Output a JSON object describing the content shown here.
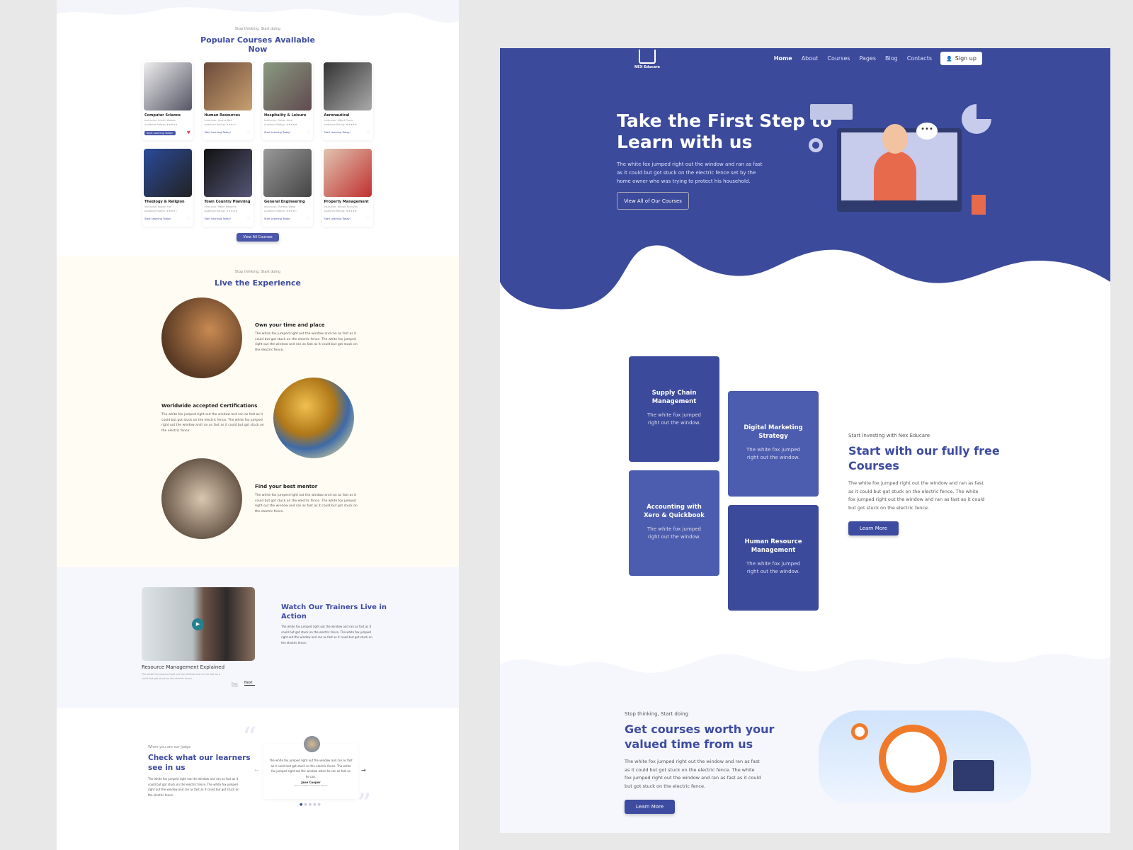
{
  "left": {
    "courses": {
      "eyebrow": "Stop thinking. Start doing",
      "title": "Popular Courses Available Now",
      "view_all": "View All Courses",
      "items": [
        {
          "title": "Computer Science",
          "instructor": "Instructor: Kristin Watson",
          "rating": "Audience Rating: ★★★★★",
          "cta": "Start Learning Today!",
          "liked": true
        },
        {
          "title": "Human Resources",
          "instructor": "Instructor: Jerome Bell",
          "rating": "Audience Rating: ★★★★☆",
          "cta": "Start Learning Today!",
          "liked": false
        },
        {
          "title": "Hospitality & Leisure",
          "instructor": "Instructor: Devon Lane",
          "rating": "Audience Rating: ★★★★★",
          "cta": "Start Learning Today!",
          "liked": false
        },
        {
          "title": "Aeronautical",
          "instructor": "Instructor: Albert Flores",
          "rating": "Audience Rating: ★★★★★",
          "cta": "Start Learning Today!",
          "liked": false
        },
        {
          "title": "Theology & Religion",
          "instructor": "Instructor: Robert Fox",
          "rating": "Audience Rating: ★★★★☆",
          "cta": "Start Learning Today!",
          "liked": false
        },
        {
          "title": "Town Country Planning",
          "instructor": "Instructor: Ralph Edwards",
          "rating": "Audience Rating: ★★★★★",
          "cta": "Start Learning Today!",
          "liked": false
        },
        {
          "title": "General Engineering",
          "instructor": "Instructor: Theresa Webb",
          "rating": "Audience Rating: ★★★★☆",
          "cta": "Start Learning Today!",
          "liked": false
        },
        {
          "title": "Property Management",
          "instructor": "Instructor: Ronald Richards",
          "rating": "Audience Rating: ★★★★★",
          "cta": "Start Learning Today!",
          "liked": false
        }
      ]
    },
    "experience": {
      "eyebrow": "Stop thinking. Start doing",
      "title": "Live the Experience",
      "features": [
        {
          "title": "Own your time and place",
          "text": "The white fox jumped right out the window and ran as fast as it could but got stuck on the electric fence. The white fox jumped right out the window and ran as fast as it could but got stuck on the electric fence."
        },
        {
          "title": "Worldwide accepted Certifications",
          "text": "The white fox jumped right out the window and ran as fast as it could but got stuck on the electric fence. The white fox jumped right out the window and ran as fast as it could but got stuck on the electric fence."
        },
        {
          "title": "Find your best mentor",
          "text": "The white fox jumped right out the window and ran as fast as it could but got stuck on the electric fence. The white fox jumped right out the window and ran as fast as it could but got stuck on the electric fence."
        }
      ]
    },
    "video": {
      "caption": "Resource Management Explained",
      "caption_text": "The white fox jumped right out the window and ran as fast as it could but got stuck on the electric fence.",
      "prev": "Prev",
      "next": "Next",
      "title": "Watch Our Trainers Live in Action",
      "text": "The white fox jumped right out the window and ran as fast as it could but got stuck on the electric fence. The white fox jumped right out the window and ran as fast as it could but got stuck on the electric fence."
    },
    "testimonial": {
      "eyebrow": "When you are our Judge",
      "title": "Check what our learners see in us",
      "text": "The white fox jumped right out the window and ran as fast as it could but got stuck on the electric fence. The white fox jumped right out the window and ran as fast as it could but got stuck on the electric fence.",
      "quote": "The white fox jumped right out the window and ran as fast as it could but got stuck on the electric fence. The white fox jumped right out the window when he ran as fast as he can.",
      "name": "Jane Cooper",
      "role": "Senior Graphic Designer, Meow"
    }
  },
  "right": {
    "brand": "NEX Educare",
    "nav": [
      "Home",
      "About",
      "Courses",
      "Pages",
      "Blog",
      "Contacts"
    ],
    "signup": "Sign up",
    "hero": {
      "title": "Take the First Step to Learn with us",
      "text": "The white fox jumped right out the window and ran as fast as it could but got stuck on the electric fence set by the home owner who was trying to protect his household.",
      "cta": "View All of Our Courses"
    },
    "tiles": [
      {
        "title": "Supply Chain Management",
        "text": "The white fox jumped right out the window."
      },
      {
        "title": "Digital Marketing Strategy",
        "text": "The white fox jumped right out the window."
      },
      {
        "title": "Accounting with Xero & Quickbook",
        "text": "The white fox jumped right out the window."
      },
      {
        "title": "Human Resource Management",
        "text": "The white fox jumped right out the window."
      }
    ],
    "free": {
      "eyebrow": "Start Investing with Nex Educare",
      "title": "Start with our fully free Courses",
      "text": "The white fox jumped right out the window and ran as fast as it could but got stuck on the electric fence. The white fox jumped right out the window and ran as fast as it could but got stuck on the electric fence.",
      "cta": "Learn More"
    },
    "worth": {
      "eyebrow": "Stop thinking, Start doing",
      "title": "Get courses worth your valued time from us",
      "text": "The white fox jumped right out the window and ran as fast as it could but got stuck on the electric fence. The white fox jumped right out the window and ran as fast as it could but got stuck on the electric fence.",
      "cta": "Learn More"
    }
  },
  "colors": {
    "primary": "#3d4ba0",
    "tile_dark": "#3b4a9b",
    "tile_light": "#4c5cae",
    "star": "#f2a516"
  }
}
